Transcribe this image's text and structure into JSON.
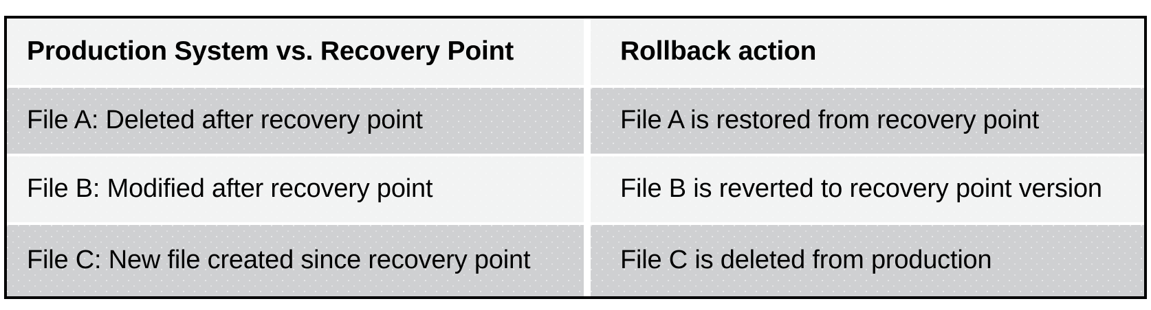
{
  "table": {
    "columns": [
      {
        "header": "Production System vs. Recovery Point"
      },
      {
        "header": "Rollback action"
      }
    ],
    "rows": [
      {
        "condition": "File A: Deleted after recovery point",
        "action": "File A is restored from recovery point"
      },
      {
        "condition": "File B: Modified after recovery point",
        "action": "File B is reverted to recovery point version"
      },
      {
        "condition": "File C: New file created since recovery point",
        "action": "File C is deleted from production"
      }
    ]
  },
  "colors": {
    "border": "#000000",
    "row_light": "#f2f3f3",
    "row_dark": "#cfd0d2",
    "text": "#000000",
    "page_background": "#ffffff"
  }
}
